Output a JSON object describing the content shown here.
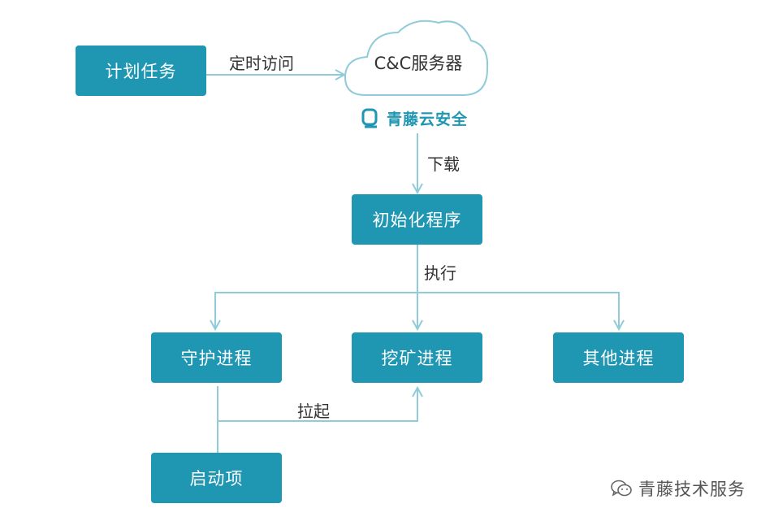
{
  "nodes": {
    "scheduled_task": "计划任务",
    "cc_server": "C&C服务器",
    "init_program": "初始化程序",
    "guard_process": "守护进程",
    "mining_process": "挖矿进程",
    "other_process": "其他进程",
    "startup_item": "启动项"
  },
  "edges": {
    "timed_access": "定时访问",
    "download": "下载",
    "execute": "执行",
    "pull_up": "拉起"
  },
  "brand": {
    "name": "青藤云安全",
    "icon": "qingteng-logo-icon"
  },
  "watermark": {
    "text": "青藤技术服务",
    "icon": "wechat-icon"
  },
  "colors": {
    "box_fill": "#1f96b2",
    "connector": "#8fcbd9",
    "brand": "#1f96b2"
  }
}
